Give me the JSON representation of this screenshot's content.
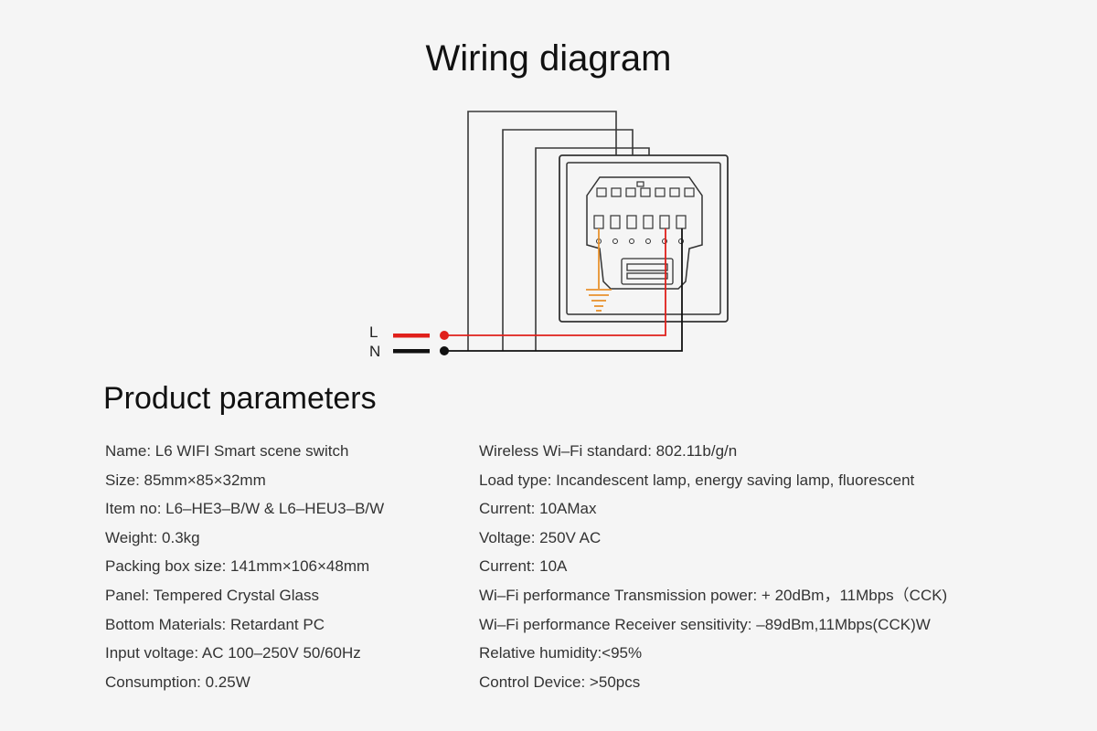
{
  "title": "Wiring diagram",
  "diagram": {
    "line_label": "L",
    "neutral_label": "N",
    "colors": {
      "wire": "#3a3a3a",
      "live": "#e0201b",
      "neutral": "#111111",
      "earth": "#e8922e"
    }
  },
  "params": {
    "heading": "Product parameters",
    "left": [
      "Name: L6 WIFI Smart scene switch",
      "Size: 85mm×85×32mm",
      "Item no: L6–HE3–B/W & L6–HEU3–B/W",
      "Weight: 0.3kg",
      "Packing box size: 141mm×106×48mm",
      "Panel: Tempered Crystal Glass",
      "Bottom Materials: Retardant PC",
      "Input voltage: AC 100–250V 50/60Hz",
      "Consumption: 0.25W"
    ],
    "right": [
      "Wireless Wi–Fi standard: 802.11b/g/n",
      "Load type: Incandescent lamp, energy saving lamp, fluorescent",
      "Current: 10AMax",
      "Voltage: 250V AC",
      "Current: 10A",
      "Wi–Fi performance Transmission power: + 20dBm，11Mbps（CCK)",
      "Wi–Fi performance Receiver sensitivity: –89dBm,11Mbps(CCK)W",
      "Relative humidity:<95%",
      "Control Device: >50pcs"
    ]
  }
}
